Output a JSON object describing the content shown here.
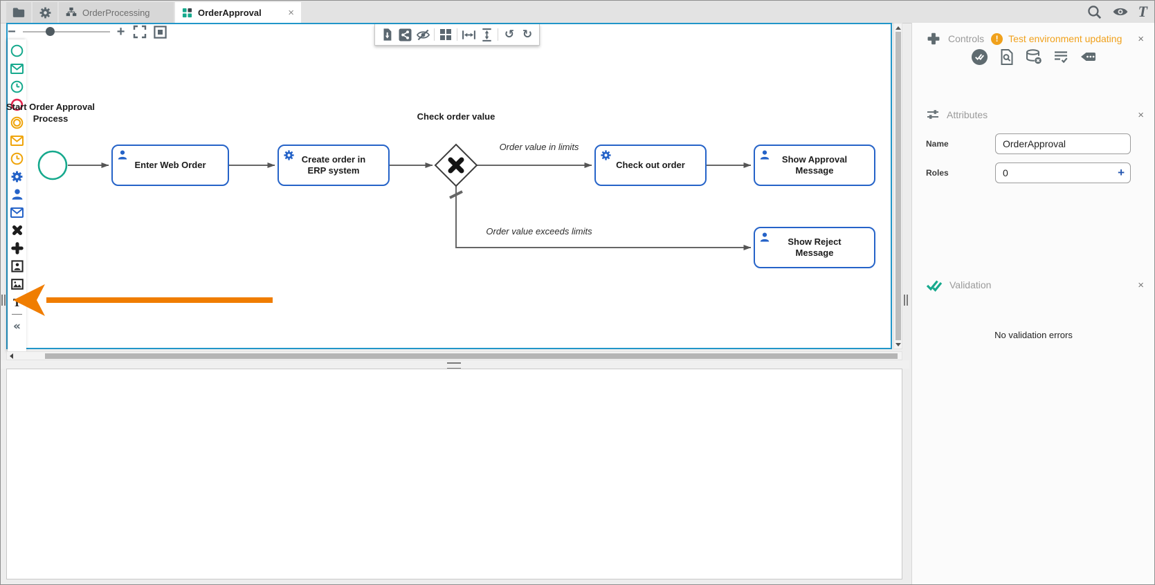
{
  "icons": {
    "close": "×",
    "undo": "↺",
    "redo": "↻",
    "collapse": "«",
    "text_tool": "T",
    "brand": "T",
    "zoom_minus": "−",
    "zoom_plus": "+",
    "warning_mark": "!",
    "roles_add": "+"
  },
  "tabs": {
    "processing": "OrderProcessing",
    "approval": "OrderApproval"
  },
  "diagram": {
    "start_label": "Start Order Approval Process",
    "gateway_label": "Check order value",
    "task_enter": "Enter Web Order",
    "task_create": "Create order in ERP system",
    "task_checkout": "Check out order",
    "task_approval": "Show Approval Message",
    "task_reject": "Show Reject Message",
    "flow_in_limits": "Order value in limits",
    "flow_exceeds": "Order value exceeds limits"
  },
  "controls": {
    "title": "Controls",
    "warning": "Test environment updating"
  },
  "attributes": {
    "title": "Attributes",
    "name_label": "Name",
    "name_value": "OrderApproval",
    "roles_label": "Roles",
    "roles_value": "0"
  },
  "validation": {
    "title": "Validation",
    "message": "No validation errors"
  },
  "colors": {
    "accent_blue": "#2563c8",
    "teal": "#16a98d",
    "red": "#e0244c",
    "orange": "#efa40a",
    "arrow_orange": "#f07d00",
    "warning": "#f0a11c",
    "canvas_border": "#2196c9"
  }
}
